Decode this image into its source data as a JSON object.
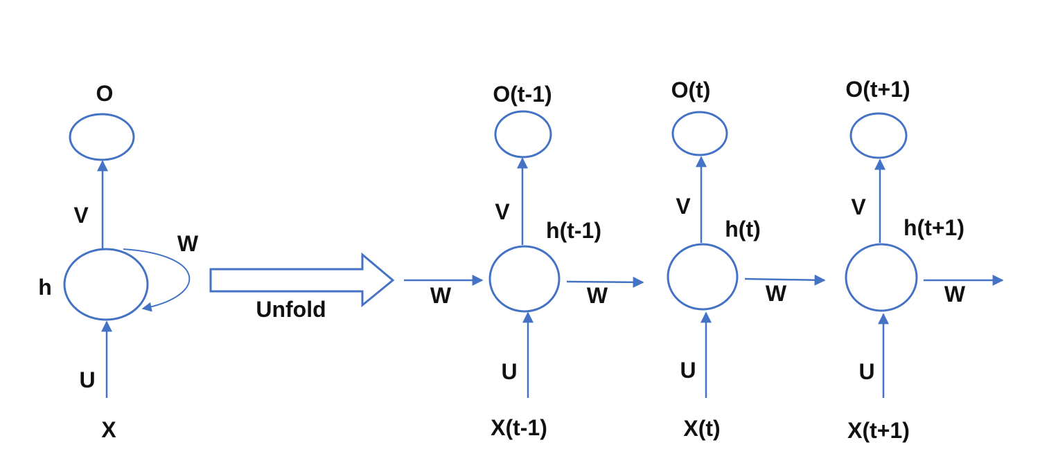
{
  "colors": {
    "stroke": "#4472C4",
    "text": "#111111",
    "background": "#FFFFFF"
  },
  "folded": {
    "output": "O",
    "hidden": "h",
    "input": "X",
    "weight_v": "V",
    "weight_u": "U",
    "weight_w": "W"
  },
  "unfold_label": "Unfold",
  "incoming_w": "W",
  "steps": [
    {
      "output": "O(t-1)",
      "hidden": "h(t-1)",
      "input": "X(t-1)",
      "weight_v": "V",
      "weight_u": "U",
      "weight_w": "W"
    },
    {
      "output": "O(t)",
      "hidden": "h(t)",
      "input": "X(t)",
      "weight_v": "V",
      "weight_u": "U",
      "weight_w": "W"
    },
    {
      "output": "O(t+1)",
      "hidden": "h(t+1)",
      "input": "X(t+1)",
      "weight_v": "V",
      "weight_u": "U",
      "weight_w": "W"
    }
  ]
}
